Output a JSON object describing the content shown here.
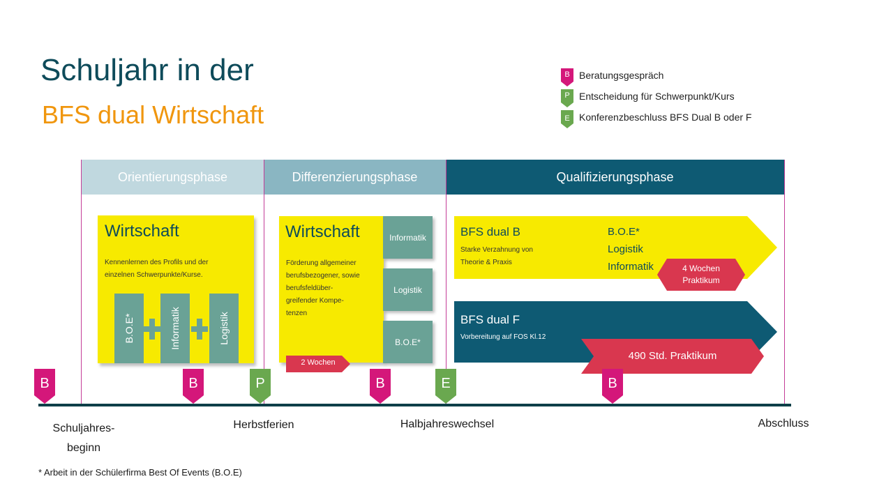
{
  "title": {
    "line1": "Schuljahr in der",
    "line2": "BFS dual Wirtschaft"
  },
  "legend": [
    {
      "letter": "B",
      "text": "Beratungsgespräch",
      "color": "#d4177a"
    },
    {
      "letter": "P",
      "text": "Entscheidung für Schwerpunkt/Kurs",
      "color": "#6aa84f"
    },
    {
      "letter": "E",
      "text": "Konferenzbeschluss BFS Dual B oder F",
      "color": "#6aa84f"
    }
  ],
  "phases": {
    "orientierung": "Orientierungsphase",
    "differenzierung": "Differenzierungsphase",
    "qualifizierung": "Qualifizierungsphase"
  },
  "box_orientierung": {
    "title": "Wirtschaft",
    "text_line1": "Kennenlernen des Profils und der",
    "text_line2": "einzelnen Schwerpunkte/Kurse.",
    "pillars": [
      "B.O.E*",
      "Informatik",
      "Logistik"
    ],
    "plus": "+"
  },
  "box_differenzierung": {
    "title": "Wirtschaft",
    "text_lines": [
      "Förderung allgemeiner",
      "berufsbezogener, sowie",
      "berufsfeldüber-",
      "greifender Kompe-",
      "tenzen"
    ],
    "side": [
      "Informatik",
      "Logistik",
      "B.O.E*"
    ],
    "arrow": "2 Wochen"
  },
  "bfs_dual_b": {
    "title": "BFS dual B",
    "text_line1": "Starke Verzahnung von",
    "text_line2": "Theorie & Praxis",
    "options": [
      "B.O.E*",
      "Logistik",
      "Informatik"
    ],
    "arrow_line1": "4 Wochen",
    "arrow_line2": "Praktikum"
  },
  "bfs_dual_f": {
    "title": "BFS dual F",
    "text": "Vorbereitung auf FOS Kl.12",
    "arrow": "490 Std. Praktikum"
  },
  "timeline": {
    "markers": [
      "B",
      "B",
      "P",
      "B",
      "E",
      "B"
    ],
    "labels": {
      "start_line1": "Schuljahres-",
      "start_line2": "beginn",
      "herbst": "Herbstferien",
      "halb": "Halbjahreswechsel",
      "end": "Abschluss"
    }
  },
  "footnote": "* Arbeit in der Schülerfirma Best Of Events (B.O.E)",
  "colors": {
    "title": "#0e4b5a",
    "subtitle": "#f0960e",
    "yellow": "#f7ea00",
    "teal": "#6aa296",
    "dark_teal": "#0e5a73",
    "magenta": "#d4177a",
    "green": "#6aa84f",
    "red": "#d9374f"
  }
}
